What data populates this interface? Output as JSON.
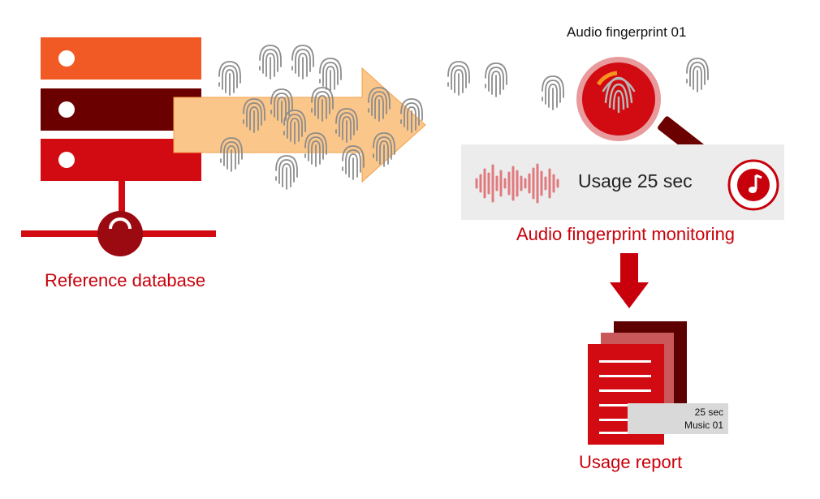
{
  "labels": {
    "reference_database": "Reference database",
    "audio_fingerprint_title": "Audio fingerprint 01",
    "usage": "Usage 25 sec",
    "monitoring": "Audio fingerprint monitoring",
    "usage_report": "Usage report"
  },
  "report": {
    "duration": "25 sec",
    "track": "Music 01"
  },
  "colors": {
    "server_top": "#f15a24",
    "server_middle": "#6b0000",
    "server_bottom": "#d20a11",
    "brand_red": "#c8000b",
    "arrow_orange": "#fbc68a",
    "fingerprint_gray": "#8c8c8c",
    "monitor_bg": "#ececec"
  },
  "icons": {
    "server": "server-stack-icon",
    "network": "network-node-icon",
    "fingerprint": "fingerprint-icon",
    "magnifier": "magnifying-glass-icon",
    "waveform": "audio-waveform-icon",
    "music": "music-note-icon",
    "arrow": "arrow-down-icon",
    "report": "document-stack-icon"
  }
}
